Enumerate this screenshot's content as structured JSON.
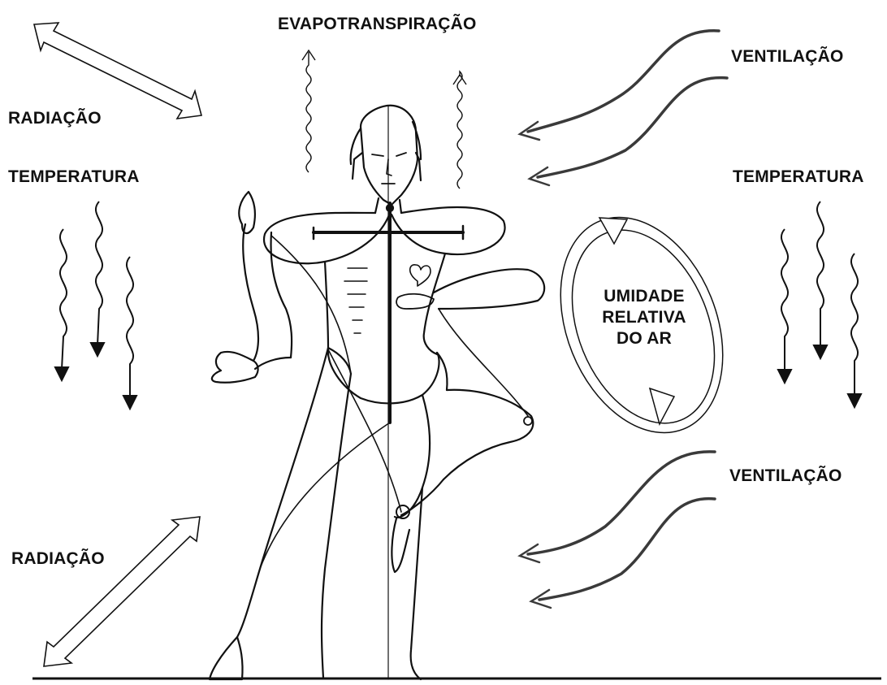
{
  "labels": {
    "evapotranspiration": "EVAPOTRANSPIRAÇÃO",
    "radiation_top": "RADIAÇÃO",
    "radiation_bottom": "RADIAÇÃO",
    "temperature_left": "TEMPERATURA",
    "temperature_right": "TEMPERATURA",
    "ventilation_top": "VENTILAÇÃO",
    "ventilation_bottom": "VENTILAÇÃO",
    "humidity_line1": "UMIDADE",
    "humidity_line2": "RELATIVA",
    "humidity_line3": "DO AR"
  },
  "colors": {
    "ink": "#111111",
    "arrow_gray": "#3a3a3a",
    "background": "#ffffff"
  }
}
